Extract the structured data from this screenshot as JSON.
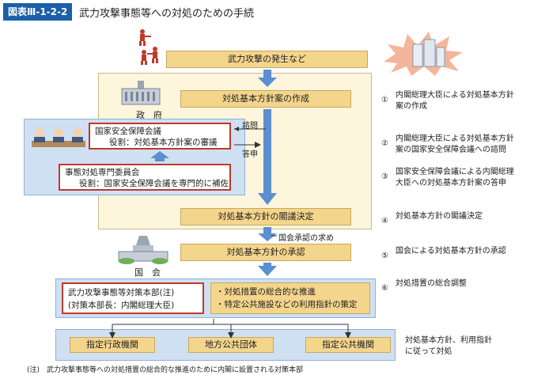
{
  "header": {
    "tag": "図表Ⅲ-1-2-2",
    "title": "武力攻撃事態等への対処のための手続"
  },
  "flow": {
    "attack": "武力攻撃の発生など",
    "plan_creation": "対処基本方針案の作成",
    "cabinet_decision": "対処基本方針の閣議決定",
    "diet_approval": "対処基本方針の承認",
    "consult": "諮問",
    "respond": "答申",
    "diet_request": "国会承認の求め"
  },
  "labels": {
    "government": "政　府",
    "diet": "国　会"
  },
  "nsc": {
    "name": "国家安全保障会議",
    "role": "役割：対処基本方針案の審議"
  },
  "committee": {
    "name": "事態対処専門委員会",
    "role": "役割：国家安全保障会議を専門的に補佐"
  },
  "hq": {
    "name": "武力攻撃事態等対策本部(注)",
    "chief": "(対策本部長：内閣総理大臣)",
    "task1": "・対処措置の総合的な推進",
    "task2": "・特定公共施設などの利用指針の策定"
  },
  "agencies": [
    "指定行政機関",
    "地方公共団体",
    "指定公共機関"
  ],
  "steps": [
    {
      "num": "①",
      "lines": [
        "内閣総理大臣による対処基本方針",
        "案の作成"
      ]
    },
    {
      "num": "②",
      "lines": [
        "内閣総理大臣による対処基本方針",
        "案の国家安全保障会議への諮問"
      ]
    },
    {
      "num": "③",
      "lines": [
        "国家安全保障会議による内閣総理",
        "大臣への対処基本方針案の答申"
      ]
    },
    {
      "num": "④",
      "lines": [
        "対処基本方針の閣議決定"
      ]
    },
    {
      "num": "⑤",
      "lines": [
        "国会による対処基本方針の承認"
      ]
    },
    {
      "num": "⑥",
      "lines": [
        "対処措置の総合調整"
      ]
    }
  ],
  "follow": [
    "対処基本方針、利用指針",
    "に従って対処"
  ],
  "footnote": "(注)　武力攻撃事態等への対処措置の総合的な推進のために内閣に設置される対策本部",
  "colors": {
    "tag_blue": "#1b5fa6",
    "arrow_blue": "#5b8fd0",
    "gold_box": "#f4d58c",
    "panel_blue": "#cfe0f3",
    "red_border": "#c0392b"
  }
}
